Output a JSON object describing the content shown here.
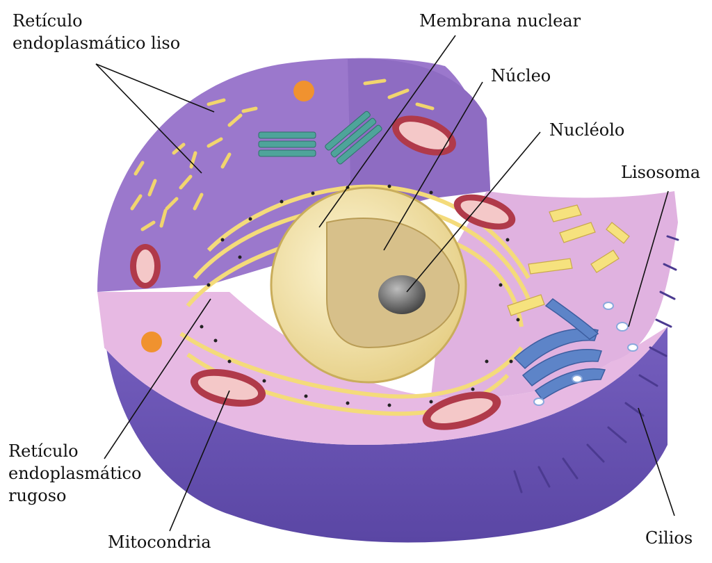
{
  "labels": {
    "smooth_er": [
      "Retículo",
      "endoplasmático liso"
    ],
    "nuclear_membrane": "Membrana nuclear",
    "nucleus": "Núcleo",
    "nucleolus": "Nucléolo",
    "lysosome": "Lisosoma",
    "rough_er": [
      "Retículo",
      "endoplasmático",
      "rugoso"
    ],
    "mitochondria": "Mitocondria",
    "cilia": "Cilios"
  },
  "colors": {
    "cytoplasm_violet": "#9b78cc",
    "cytoplasm_pink": "#e7b9e3",
    "membrane_outer": "#5d4aa8",
    "er_yellow": "#f6e27e",
    "nucleus_cream": "#f4e6a9",
    "nucleolus_gray": "#6c6c6c",
    "mitochondria_red": "#b03a4a",
    "golgi_blue": "#5d84c8",
    "centriole_teal": "#4ea49a",
    "vacuole_orange": "#f0922f",
    "leader_line": "#111111"
  }
}
